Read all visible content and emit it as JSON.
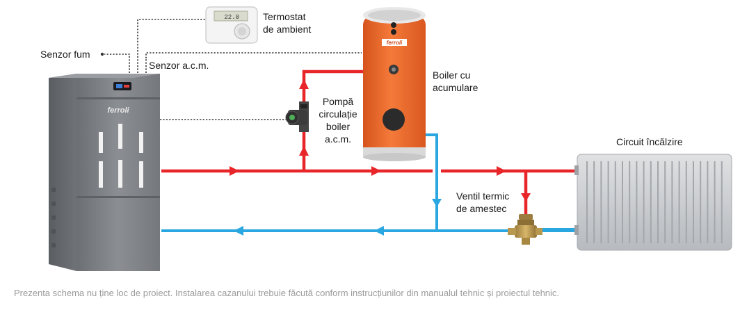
{
  "labels": {
    "smoke_sensor": "Senzor fum",
    "dhw_sensor": "Senzor a.c.m.",
    "thermostat_line1": "Termostat",
    "thermostat_line2": "de ambient",
    "tank_line1": "Boiler cu",
    "tank_line2": "acumulare",
    "pump_line1": "Pompă",
    "pump_line2": "circulație",
    "pump_line3": "boiler",
    "pump_line4": "a.c.m.",
    "radiator": "Circuit încălzire",
    "valve_line1": "Ventil termic",
    "valve_line2": "de amestec"
  },
  "brand": "ferroli",
  "thermostat_display": "22.0",
  "footer_note": "Prezenta schema nu ține loc de proiect. Instalarea cazanului trebuie făcută conform instrucțiunilor din manualul tehnic și proiectul tehnic.",
  "colors": {
    "flow_pipe": "#e8262a",
    "return_pipe": "#2aa6e0",
    "boiler_body": "#7f8287",
    "tank_body": "#ef6a2a",
    "control_wire": "#333333"
  },
  "icons": [
    "boiler-icon",
    "thermostat-icon",
    "storage-tank-icon",
    "circulation-pump-icon",
    "mixing-valve-icon",
    "radiator-icon"
  ]
}
